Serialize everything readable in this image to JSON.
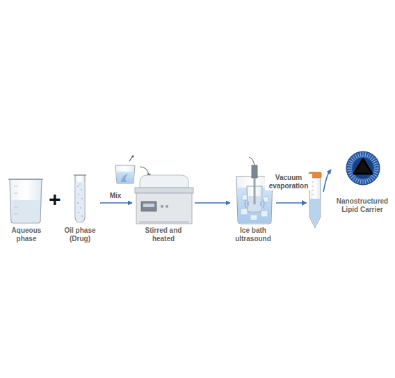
{
  "diagram": {
    "nodes": [
      {
        "text": [
          "Aqueous phase"
        ]
      },
      {
        "text": [
          "Oil phase (Drug)"
        ]
      },
      {
        "text": [
          "Stirred and heated"
        ]
      },
      {
        "text": [
          "Ice bath ultrasound"
        ]
      },
      {
        "text": [
          "Nanostructured Lipid Carrier"
        ]
      }
    ],
    "edges": [
      {
        "from": 1,
        "to": 2,
        "label": "Mix",
        "arrow": "to"
      },
      {
        "from": 2,
        "to": 3,
        "arrow": "to"
      },
      {
        "from": 3,
        "to": 4,
        "label": "Vacuum evaporation",
        "arrow": "to"
      }
    ],
    "labels": [
      "+"
    ]
  }
}
